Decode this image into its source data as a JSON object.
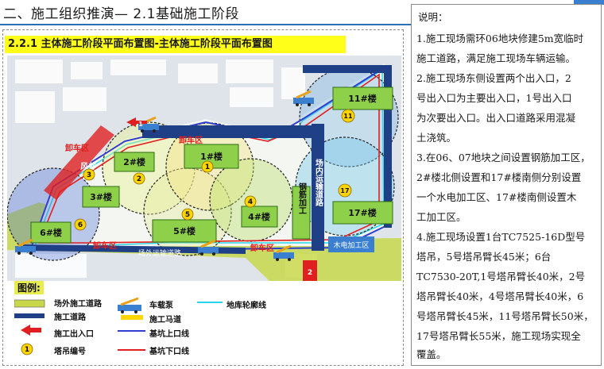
{
  "page": {
    "title": "二、施工组织推演— 2.1基础施工阶段",
    "subtitle": "2.2.1 主体施工阶段平面布置图-主体施工阶段平面布置图"
  },
  "map": {
    "buildings": [
      {
        "label": "11#楼"
      },
      {
        "label": "1#楼"
      },
      {
        "label": "2#楼"
      },
      {
        "label": "3#楼"
      },
      {
        "label": "4#楼"
      },
      {
        "label": "5#楼"
      },
      {
        "label": "6#楼"
      },
      {
        "label": "17#楼"
      }
    ],
    "crane_numbers": [
      "1",
      "2",
      "3",
      "4",
      "5",
      "6",
      "11",
      "17"
    ],
    "gates": [
      "1",
      "2"
    ],
    "labels": {
      "unload_top": "卸车区",
      "unload_mid": "卸车区",
      "unload_bottom": "卸车区",
      "unload_left": "卸车区",
      "wind_duct": "风井",
      "rebar_yard": "钢筋加工",
      "internal_road": "场内运输道路",
      "wood_yard": "木电加工区",
      "outside_road": "场外运输道路"
    },
    "colors": {
      "outside_road": "#c8d84a",
      "site_road": "#1f3f86",
      "pit_top": "#2f3fd0",
      "pit_bottom": "#e02020",
      "building": "#8fd04a",
      "crane": "#ffd400",
      "gate": "#e02020"
    }
  },
  "legend": {
    "title": "图例:",
    "items": [
      {
        "label": "场外施工道路"
      },
      {
        "label": "施工道路"
      },
      {
        "label": "施工出入口"
      },
      {
        "label": "塔吊编号"
      },
      {
        "label": "车载泵"
      },
      {
        "label": "施工马道"
      },
      {
        "label": "基坑上口线"
      },
      {
        "label": "基坑下口线"
      },
      {
        "label": "地库轮廓线"
      }
    ],
    "crane_symbol": "1"
  },
  "notes": {
    "label": "说明：",
    "lines": [
      "1.施工现场需环06地块修建5m宽临时",
      "施工道路，满足施工现场车辆运输。",
      "2.施工现场东侧设置两个出入口，2",
      "号出入口为主要出入口，1号出入口",
      "为次要出入口。出入口道路采用混凝",
      "土浇筑。",
      "3.在06、07地块之间设置钢筋加工区，",
      "2#楼北侧设置和17#楼南侧分别设置",
      "一个水电加工区、17#楼南侧设置木",
      "工加工区。",
      "4.施工现场设置1台TC7525-16D型号",
      "塔吊，5号塔吊臂长45米；6台",
      "TC7530-20T,1号塔吊臂长40米，2号",
      "塔吊臂长40米，4号塔吊臂长40米，6",
      "号塔吊臂长45米，11号塔吊臂长50米，",
      "17号塔吊臂长55米，施工现场实现全",
      "覆盖。"
    ]
  }
}
